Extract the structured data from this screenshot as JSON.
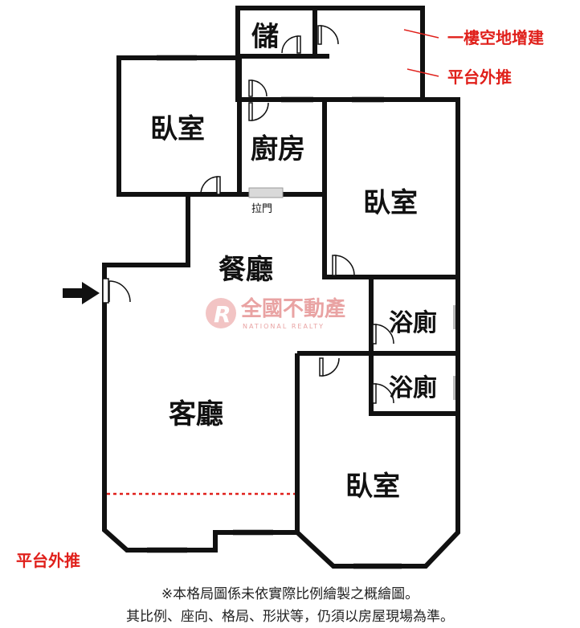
{
  "rooms": {
    "storage": "儲",
    "bedroom_nw": "臥室",
    "kitchen": "廚房",
    "bedroom_ne": "臥室",
    "dining": "餐廳",
    "bath_1": "浴廁",
    "bath_2": "浴廁",
    "living": "客廳",
    "bedroom_s": "臥室"
  },
  "labels": {
    "sliding_door": "拉門"
  },
  "annotations": {
    "ground_floor_extension": "一樓空地增建",
    "platform_push_top": "平台外推",
    "platform_push_bottom": "平台外推"
  },
  "watermark": {
    "logo_text": "R",
    "brand": "全國不動產",
    "brand_en": "NATIONAL REALTY"
  },
  "footnotes": {
    "line1": "※本格局圖係未依實際比例繪製之概繪圖。",
    "line2": "其比例、座向、格局、形狀等，仍須以房屋現場為準。"
  },
  "colors": {
    "wall": "#111111",
    "annotation_red": "#e0201b",
    "watermark": "#e9a3a3"
  }
}
